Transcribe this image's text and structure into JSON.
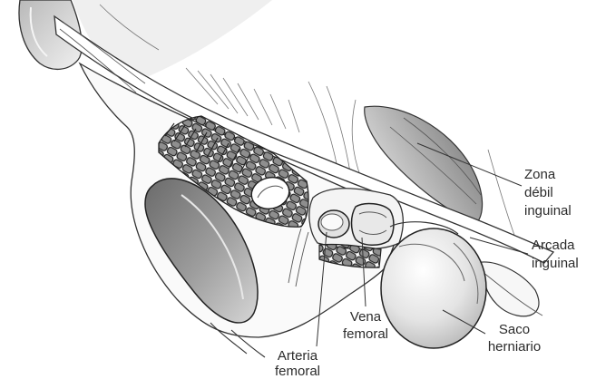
{
  "figure": {
    "background": "#ffffff",
    "line_color": "#333333",
    "label_color": "#2b2b2b"
  },
  "labels": {
    "weak_zone": {
      "lines": [
        "Zona",
        "débil",
        "inguinal"
      ]
    },
    "inguinal_ligament": {
      "lines": [
        "Arcada",
        "inguinal"
      ]
    },
    "hernia_sac": {
      "lines": [
        "Saco",
        "herniario"
      ]
    },
    "femoral_vein": {
      "lines": [
        "Vena",
        "femoral"
      ]
    },
    "femoral_artery": {
      "lines": [
        "Arteria",
        "femoral"
      ]
    }
  }
}
